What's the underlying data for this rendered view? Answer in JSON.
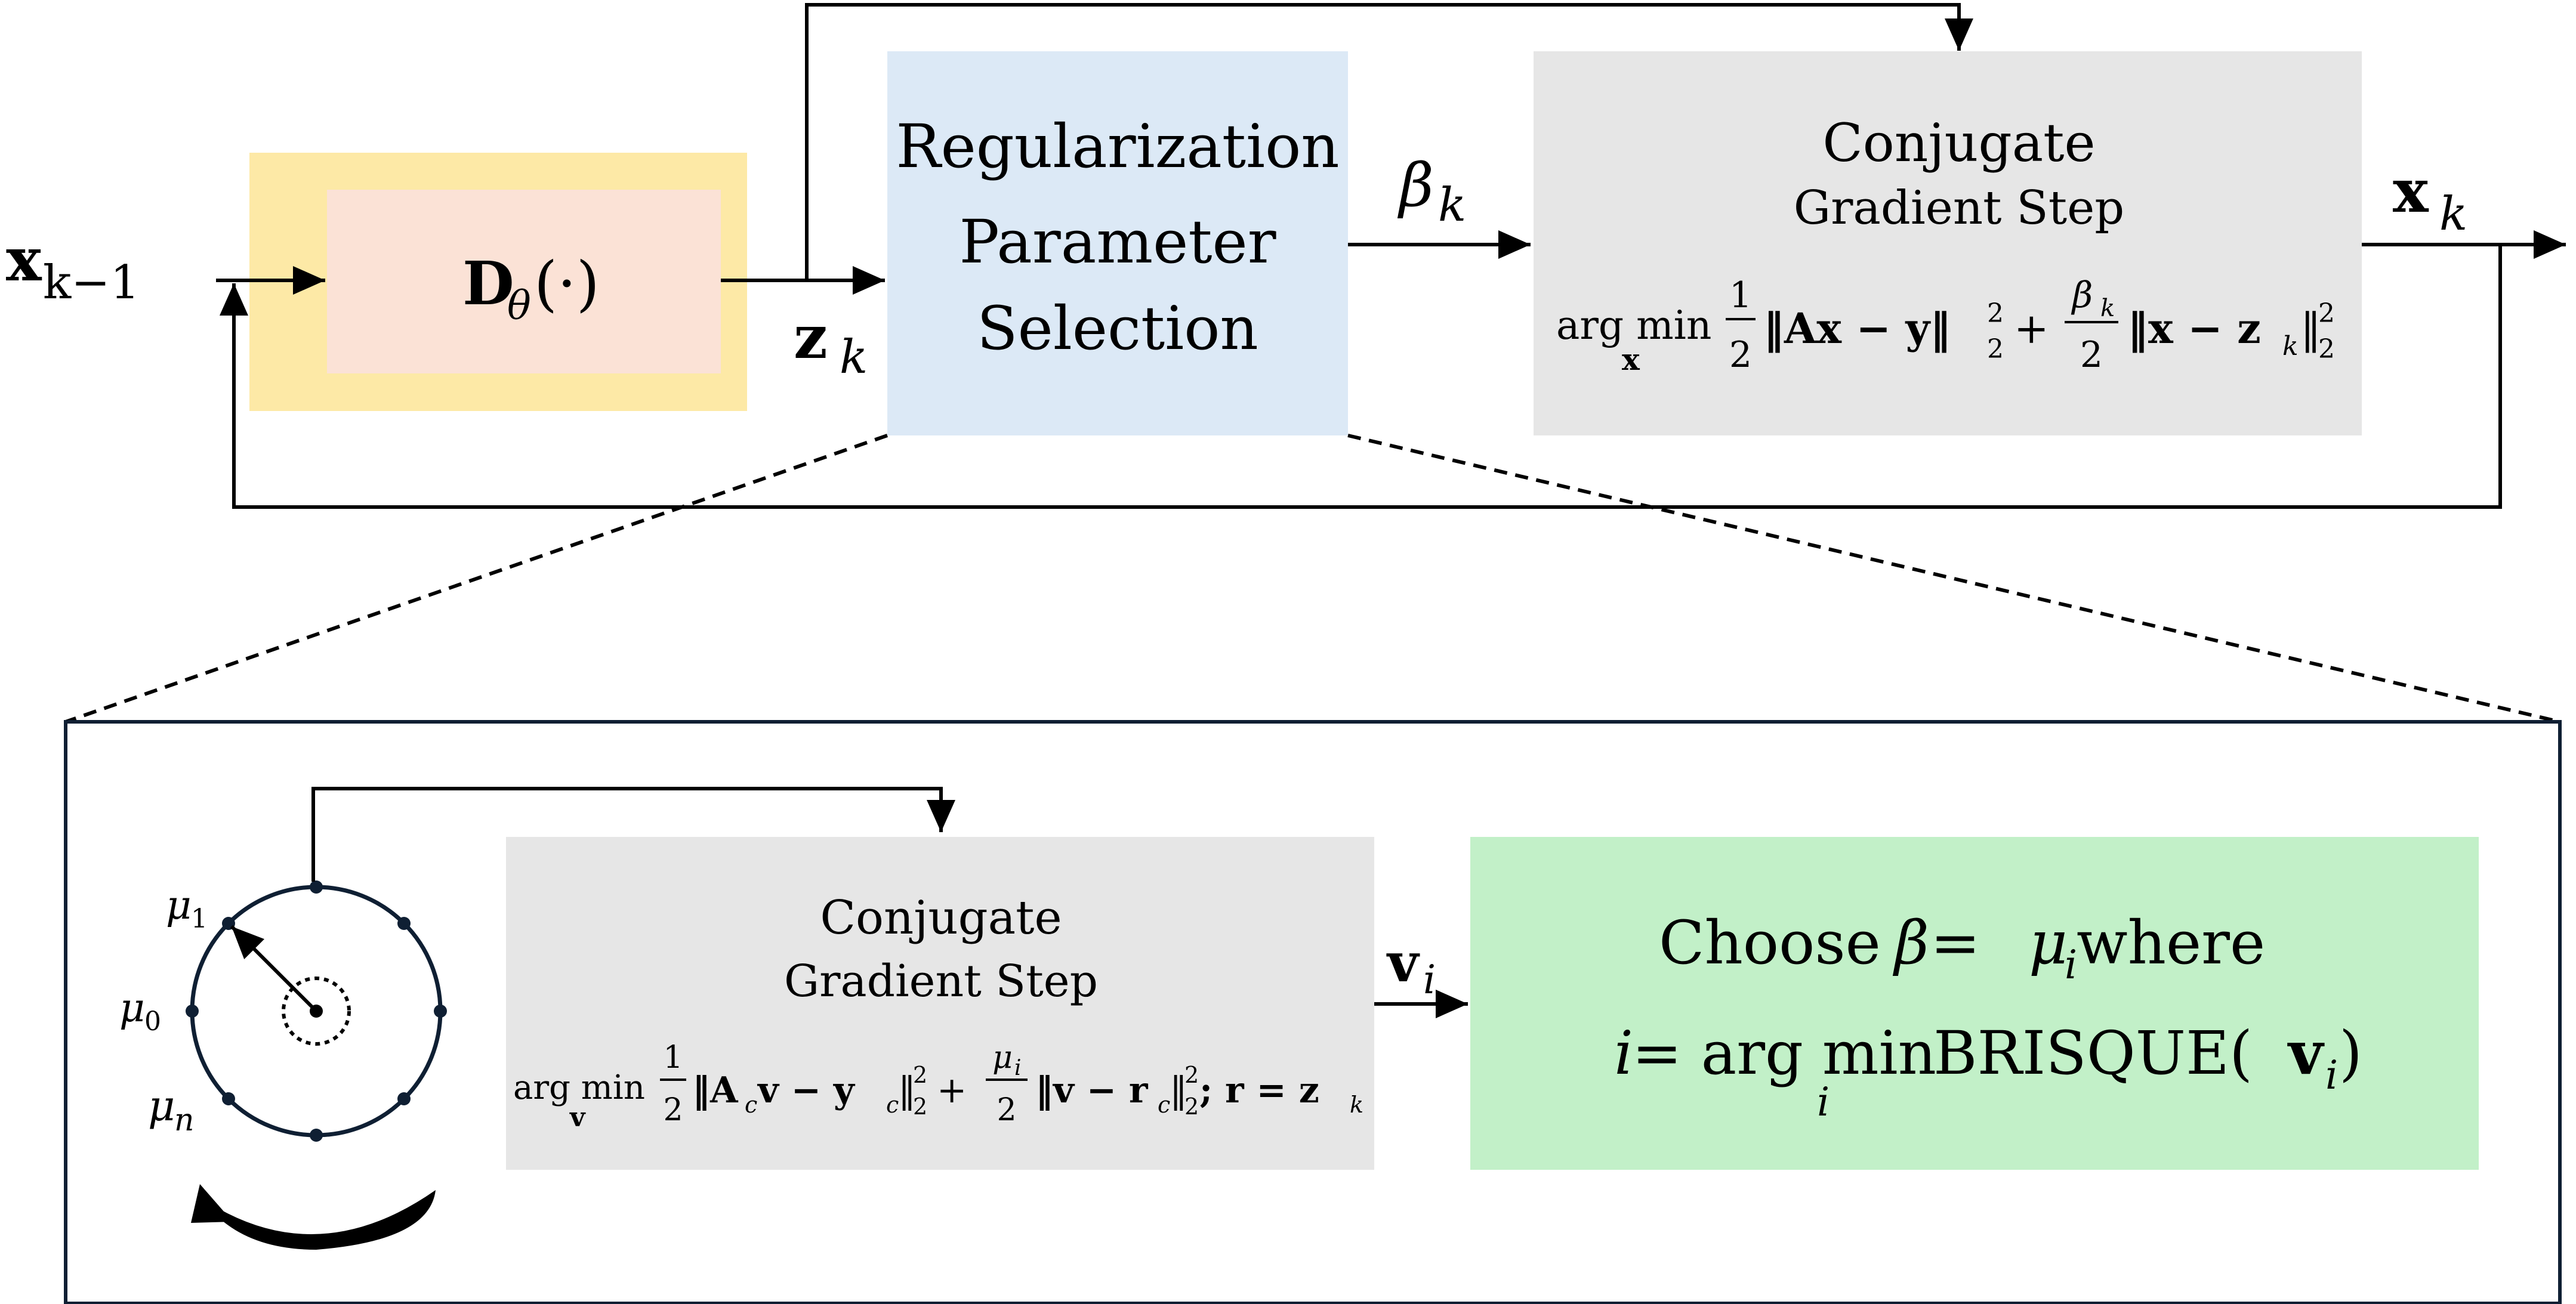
{
  "top": {
    "input_label": "x",
    "input_sub": "k−1",
    "denoiser_label": "D",
    "denoiser_sub": "θ",
    "denoiser_arg": "(·)",
    "z_label": "z",
    "z_sub": "k",
    "reg_box": {
      "line1": "Regularization",
      "line2": "Parameter",
      "line3": "Selection"
    },
    "beta_label": "β",
    "beta_sub": "k",
    "cg_box": {
      "line1": "Conjugate",
      "line2": "Gradient Step",
      "eq_prefix": "arg min",
      "eq_under": "x",
      "eq_body1": "‖Ax − y‖",
      "eq_plus": "+",
      "eq_body2": "‖x − z",
      "eq_body2_sub": "k",
      "eq_body2_end": "‖",
      "half_num": "1",
      "half_den": "2",
      "beta_num": "β",
      "beta_num_sub": "k",
      "beta_den": "2",
      "sup": "2",
      "sub": "2"
    },
    "output_label": "x",
    "output_sub": "k"
  },
  "bottom": {
    "mu1": "μ",
    "mu1_sub": "1",
    "mu0": "μ",
    "mu0_sub": "0",
    "mun": "μ",
    "mun_sub": "n",
    "cg_box": {
      "line1": "Conjugate",
      "line2": "Gradient Step",
      "eq_prefix": "arg min",
      "eq_under": "v",
      "half_num": "1",
      "half_den": "2",
      "eq_body1": "‖A",
      "eq_body1_c": "c",
      "eq_body1_rest": "v − y",
      "eq_body1_c2": "c",
      "eq_body1_end": "‖",
      "plus": "+",
      "mu_num": "μ",
      "mu_num_sub": "i",
      "mu_den": "2",
      "eq_body2": "‖v − r",
      "eq_body2_c": "c",
      "eq_body2_end": "‖",
      "tail": "; r = z",
      "tail_sub": "k",
      "sup": "2",
      "sub": "2"
    },
    "v_label": "v",
    "v_sub": "i",
    "choose_box": {
      "line1_a": "Choose ",
      "line1_beta": "β",
      "line1_b": " = ",
      "line1_mu": "μ",
      "line1_mu_sub": "i",
      "line1_c": " where",
      "line2_a": "i",
      "line2_b": " = arg min ",
      "line2_under": "i",
      "line2_c": "BRISQUE(",
      "line2_v": "v",
      "line2_v_sub": "i",
      "line2_d": ")"
    }
  },
  "colors": {
    "denoiser_outer": "#fde9a6",
    "denoiser_inner": "#fbe2d6",
    "reg_box": "#dce9f6",
    "cg_box": "#e6e6e6",
    "choose_box": "#c2f0c8",
    "circle_stroke": "#0f1f33",
    "frame_stroke": "#0f1f33"
  }
}
